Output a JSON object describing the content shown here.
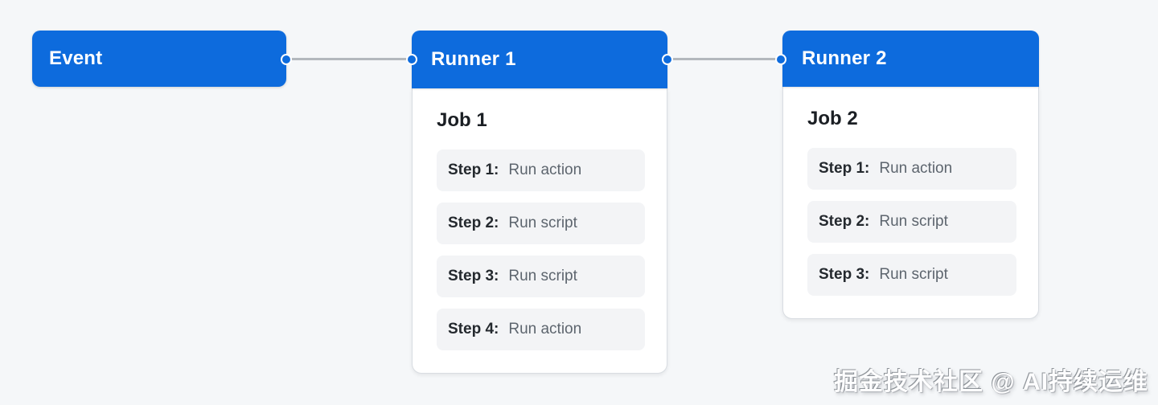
{
  "colors": {
    "background": "#f5f7f9",
    "accent_blue": "#0d6bdd",
    "connector_gray": "#b3b8bd",
    "card_bg": "#ffffff",
    "card_border": "#d9dde2",
    "step_bg": "#f3f4f6",
    "heading_text": "#1b1f24",
    "step_label_text": "#24292e",
    "step_action_text": "#5d656e"
  },
  "event": {
    "label": "Event"
  },
  "runners": [
    {
      "title": "Runner 1",
      "job_title": "Job 1",
      "steps": [
        {
          "label": "Step 1:",
          "action": "Run action"
        },
        {
          "label": "Step 2:",
          "action": "Run script"
        },
        {
          "label": "Step 3:",
          "action": "Run script"
        },
        {
          "label": "Step 4:",
          "action": "Run action"
        }
      ]
    },
    {
      "title": "Runner 2",
      "job_title": "Job 2",
      "steps": [
        {
          "label": "Step 1:",
          "action": "Run action"
        },
        {
          "label": "Step 2:",
          "action": "Run script"
        },
        {
          "label": "Step 3:",
          "action": "Run script"
        }
      ]
    }
  ],
  "watermark": {
    "text": "掘金技术社区 @ AI持续运维"
  }
}
